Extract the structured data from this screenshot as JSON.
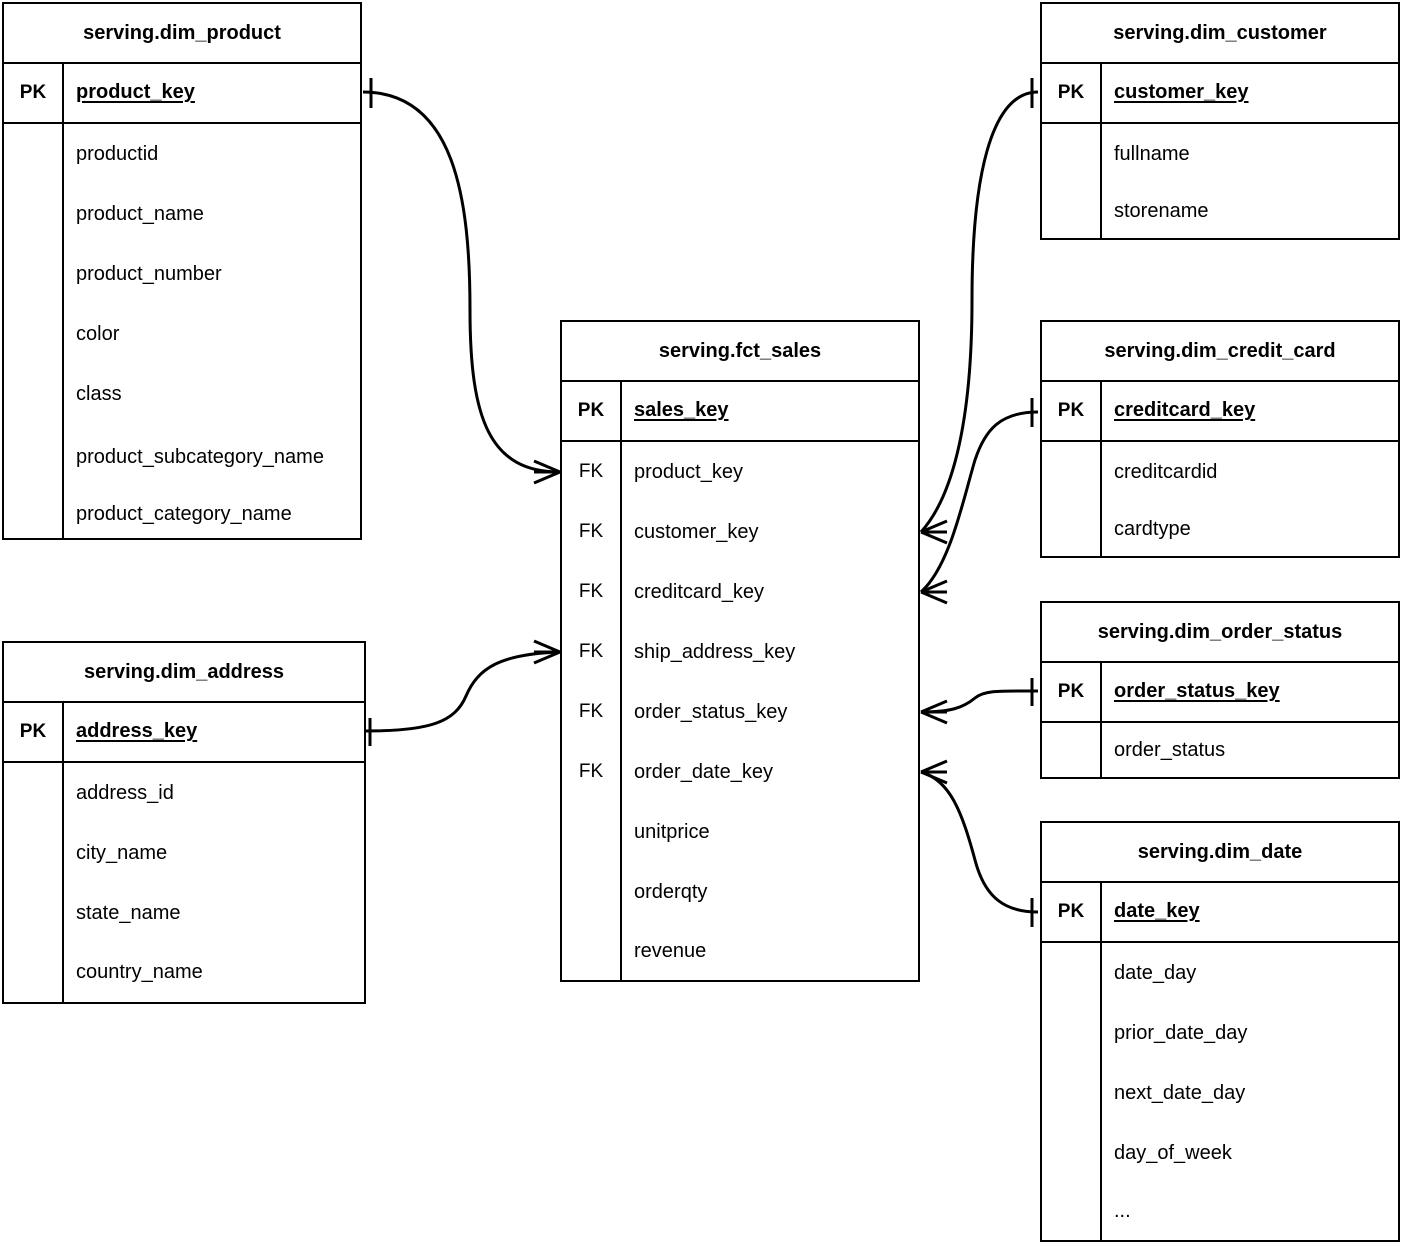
{
  "diagram": {
    "type": "entity-relationship-diagram",
    "notation": "crows-foot",
    "background_color": "#ffffff",
    "line_color": "#000000",
    "key_label_pk": "PK",
    "key_label_fk": "FK"
  },
  "entities": [
    {
      "id": "dim_product",
      "title": "serving.dim_product",
      "primary_key": {
        "key_label": "PK",
        "name": "product_key"
      },
      "columns": [
        {
          "key_label": "",
          "name": "productid"
        },
        {
          "key_label": "",
          "name": "product_name"
        },
        {
          "key_label": "",
          "name": "product_number"
        },
        {
          "key_label": "",
          "name": "color"
        },
        {
          "key_label": "",
          "name": "class"
        },
        {
          "key_label": "",
          "name": "product_subcategory_name"
        },
        {
          "key_label": "",
          "name": "product_category_name"
        }
      ]
    },
    {
      "id": "dim_address",
      "title": "serving.dim_address",
      "primary_key": {
        "key_label": "PK",
        "name": "address_key"
      },
      "columns": [
        {
          "key_label": "",
          "name": "address_id"
        },
        {
          "key_label": "",
          "name": "city_name"
        },
        {
          "key_label": "",
          "name": "state_name"
        },
        {
          "key_label": "",
          "name": "country_name"
        }
      ]
    },
    {
      "id": "fct_sales",
      "title": "serving.fct_sales",
      "primary_key": {
        "key_label": "PK",
        "name": "sales_key"
      },
      "columns": [
        {
          "key_label": "FK",
          "name": "product_key"
        },
        {
          "key_label": "FK",
          "name": "customer_key"
        },
        {
          "key_label": "FK",
          "name": "creditcard_key"
        },
        {
          "key_label": "FK",
          "name": "ship_address_key"
        },
        {
          "key_label": "FK",
          "name": "order_status_key"
        },
        {
          "key_label": "FK",
          "name": "order_date_key"
        },
        {
          "key_label": "",
          "name": "unitprice"
        },
        {
          "key_label": "",
          "name": "orderqty"
        },
        {
          "key_label": "",
          "name": "revenue"
        }
      ]
    },
    {
      "id": "dim_customer",
      "title": "serving.dim_customer",
      "primary_key": {
        "key_label": "PK",
        "name": "customer_key"
      },
      "columns": [
        {
          "key_label": "",
          "name": "fullname"
        },
        {
          "key_label": "",
          "name": "storename"
        }
      ]
    },
    {
      "id": "dim_credit_card",
      "title": "serving.dim_credit_card",
      "primary_key": {
        "key_label": "PK",
        "name": "creditcard_key"
      },
      "columns": [
        {
          "key_label": "",
          "name": "creditcardid"
        },
        {
          "key_label": "",
          "name": "cardtype"
        }
      ]
    },
    {
      "id": "dim_order_status",
      "title": "serving.dim_order_status",
      "primary_key": {
        "key_label": "PK",
        "name": "order_status_key"
      },
      "columns": [
        {
          "key_label": "",
          "name": "order_status"
        }
      ]
    },
    {
      "id": "dim_date",
      "title": "serving.dim_date",
      "primary_key": {
        "key_label": "PK",
        "name": "date_key"
      },
      "columns": [
        {
          "key_label": "",
          "name": "date_day"
        },
        {
          "key_label": "",
          "name": "prior_date_day"
        },
        {
          "key_label": "",
          "name": "next_date_day"
        },
        {
          "key_label": "",
          "name": "day_of_week"
        },
        {
          "key_label": "",
          "name": "..."
        }
      ]
    }
  ],
  "relationships": [
    {
      "id": "rel-product",
      "from_entity": "dim_product",
      "from_column": "product_key",
      "to_entity": "fct_sales",
      "to_column": "product_key",
      "from_cardinality": "one",
      "to_cardinality": "many"
    },
    {
      "id": "rel-address",
      "from_entity": "dim_address",
      "from_column": "address_key",
      "to_entity": "fct_sales",
      "to_column": "ship_address_key",
      "from_cardinality": "one",
      "to_cardinality": "many"
    },
    {
      "id": "rel-customer",
      "from_entity": "dim_customer",
      "from_column": "customer_key",
      "to_entity": "fct_sales",
      "to_column": "customer_key",
      "from_cardinality": "one",
      "to_cardinality": "many"
    },
    {
      "id": "rel-creditcard",
      "from_entity": "dim_credit_card",
      "from_column": "creditcard_key",
      "to_entity": "fct_sales",
      "to_column": "creditcard_key",
      "from_cardinality": "one",
      "to_cardinality": "many"
    },
    {
      "id": "rel-order-status",
      "from_entity": "dim_order_status",
      "from_column": "order_status_key",
      "to_entity": "fct_sales",
      "to_column": "order_status_key",
      "from_cardinality": "one",
      "to_cardinality": "many"
    },
    {
      "id": "rel-date",
      "from_entity": "dim_date",
      "from_column": "date_key",
      "to_entity": "fct_sales",
      "to_column": "order_date_key",
      "from_cardinality": "one",
      "to_cardinality": "many"
    }
  ]
}
